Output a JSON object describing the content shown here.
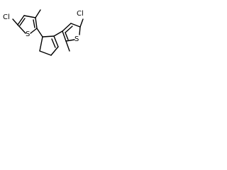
{
  "structure": {
    "colors": {
      "bond": "#000000",
      "label": "#000000",
      "background": "#ffffff"
    },
    "atom_labels": {
      "cl_left": "Cl",
      "s_left": "S",
      "cl_right": "Cl",
      "s_right": "S"
    }
  }
}
